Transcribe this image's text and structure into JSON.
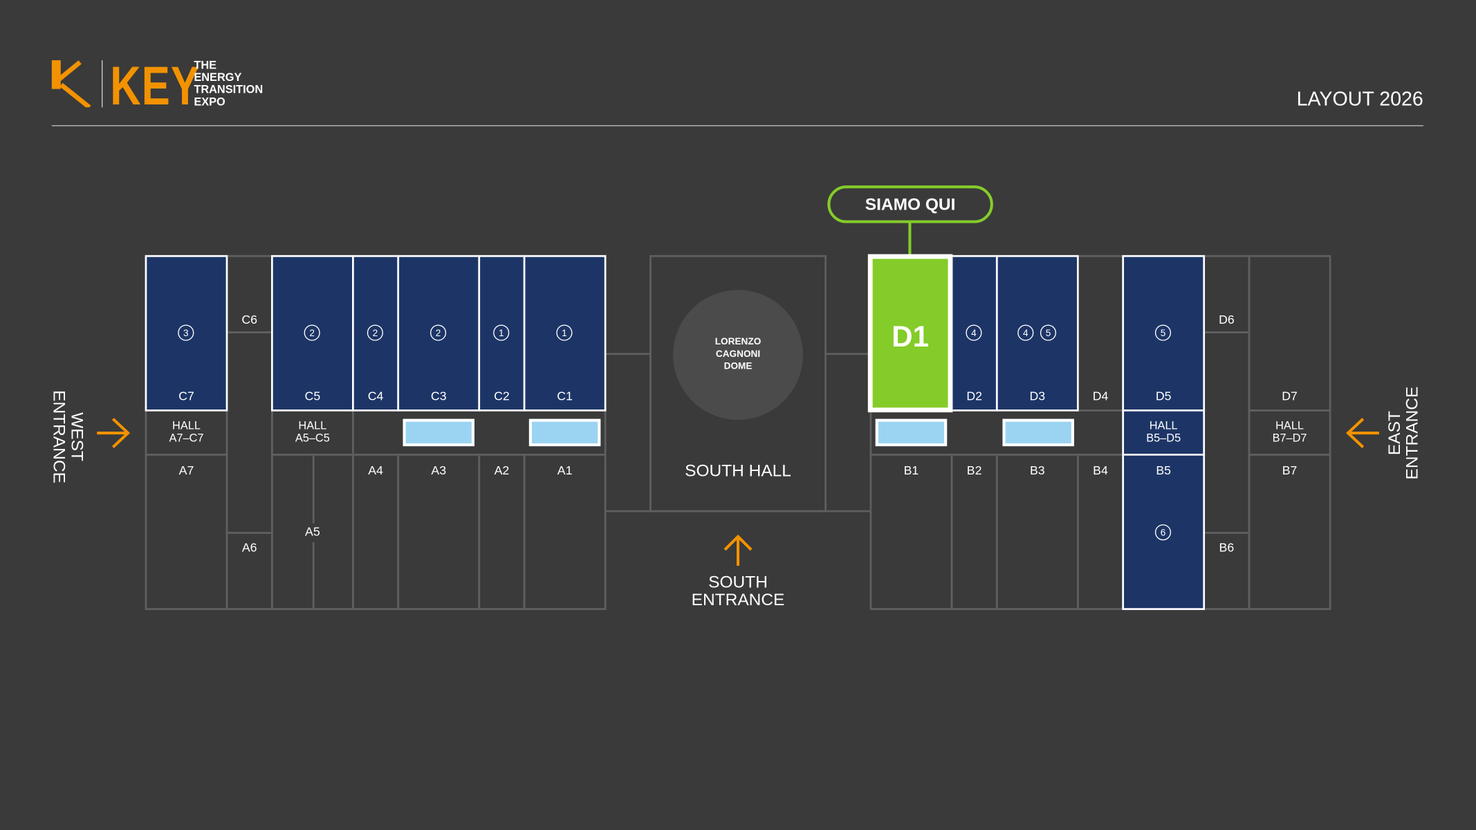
{
  "header": {
    "logo_word": "KEY",
    "logo_tagline": [
      "THE",
      "ENERGY",
      "TRANSITION",
      "EXPO"
    ],
    "title": "LAYOUT 2026"
  },
  "marker": {
    "label": "SIAMO QUI"
  },
  "west": {
    "top": [
      {
        "name": "C7",
        "badges": [
          "3"
        ]
      },
      {
        "name": "C6"
      },
      {
        "name": "C5",
        "badges": [
          "2"
        ]
      },
      {
        "name": "C4",
        "badges": [
          "2"
        ]
      },
      {
        "name": "C3",
        "badges": [
          "2"
        ]
      },
      {
        "name": "C2",
        "badges": [
          "1"
        ]
      },
      {
        "name": "C1",
        "badges": [
          "1"
        ]
      }
    ],
    "halls": [
      "HALL\nA7–C7",
      "HALL\nA5–C5"
    ],
    "bottom": [
      "A7",
      "A6",
      "A5",
      "A4",
      "A3",
      "A2",
      "A1"
    ]
  },
  "south": {
    "dome": "LORENZO\nCAGNONI\nDOME",
    "hall": "SOUTH HALL",
    "entrance": "SOUTH\nENTRANCE"
  },
  "east": {
    "top": [
      {
        "name": "D1"
      },
      {
        "name": "D2",
        "badges": [
          "4"
        ]
      },
      {
        "name": "D3",
        "badges": [
          "4",
          "5"
        ]
      },
      {
        "name": "D4"
      },
      {
        "name": "D5",
        "badges": [
          "5"
        ]
      },
      {
        "name": "D6"
      },
      {
        "name": "D7"
      }
    ],
    "halls": [
      "HALL\nB5–D5",
      "HALL\nB7–D7"
    ],
    "bottom": [
      "B1",
      "B2",
      "B3",
      "B4",
      "B5",
      "B6",
      "B7"
    ],
    "b5_badge": "6"
  },
  "entrances": {
    "west": "WEST\nENTRANCE",
    "east": "EAST\nENTRANCE"
  },
  "colors": {
    "background": "#3a3a3a",
    "hall_blue": "#1d3566",
    "highlight": "#84cc29",
    "accent": "#f39200",
    "service": "#9bd4f2"
  }
}
